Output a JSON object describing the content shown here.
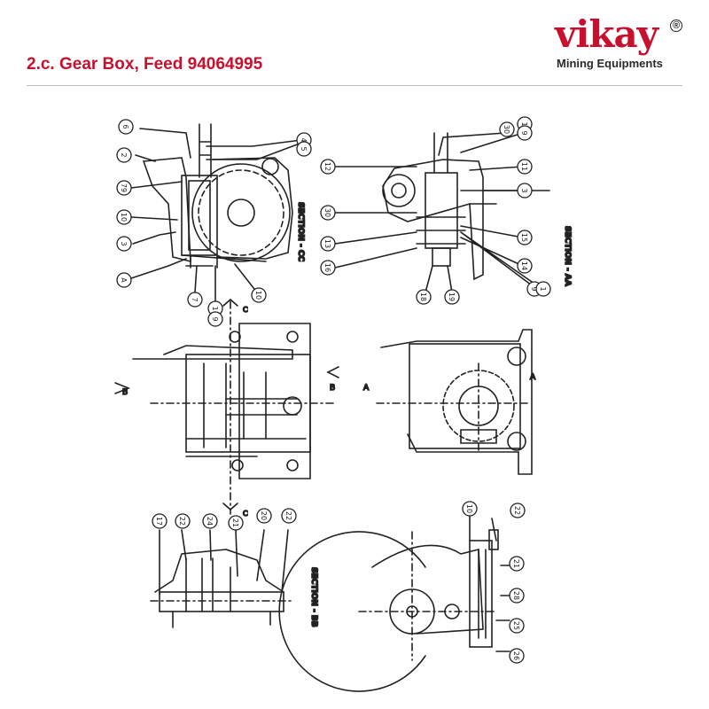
{
  "header": {
    "title": "2.c. Gear Box, Feed 94064995",
    "logo": {
      "wordmark": "vikay",
      "registered": "®",
      "tagline": "Mining Equipments"
    },
    "colors": {
      "brand_red": "#c8102e",
      "text_dark": "#2a2a2a",
      "rule": "#bdbdbd"
    }
  },
  "drawing": {
    "section_labels": {
      "cc": "SECTION - CC",
      "aa": "SECTION - AA",
      "bb": "SECTION - BB"
    },
    "view_markers": {
      "b": "B",
      "a": "A",
      "c": "C"
    },
    "balloons": {
      "cc": [
        "6",
        "2",
        "79",
        "10",
        "3",
        "A",
        "7",
        "1",
        "9",
        "10",
        "4",
        "5"
      ],
      "aa": [
        "30",
        "12",
        "30",
        "13",
        "16",
        "18",
        "19",
        "1",
        "9",
        "11",
        "3",
        "15",
        "14",
        "9",
        "1"
      ],
      "bb": [
        "17",
        "22",
        "24",
        "21",
        "20",
        "22"
      ],
      "side": [
        "10",
        "22",
        "21",
        "28",
        "25",
        "26"
      ]
    }
  }
}
